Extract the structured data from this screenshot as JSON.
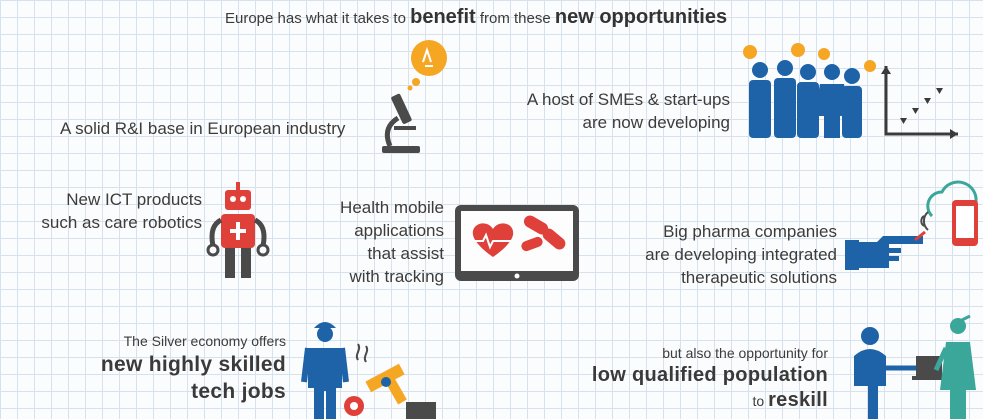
{
  "headline": {
    "part1": "Europe has what it takes to ",
    "bold1": "benefit",
    "part2": " from these ",
    "bold2": "new opportunities"
  },
  "items": {
    "rni_base": "A solid R&I base in European industry",
    "smes_line1": "A host of SMEs & start-ups",
    "smes_line2": "are now developing",
    "ict_line1": "New ICT products",
    "ict_line2": "such as care robotics",
    "health_line1": "Health mobile",
    "health_line2": "applications",
    "health_line3": "that assist",
    "health_line4": "with tracking",
    "pharma_line1": "Big pharma companies",
    "pharma_line2": "are developing integrated",
    "pharma_line3": "therapeutic solutions",
    "silver_line1": "The Silver economy offers",
    "silver_line2": "new highly skilled",
    "silver_line3": "tech jobs",
    "lowq_line1": "but also the opportunity for",
    "lowq_line2": "low qualified population",
    "lowq_line3_pre": "to ",
    "lowq_line3_bold": "reskill"
  },
  "colors": {
    "orange": "#f5a623",
    "blue": "#1e63a8",
    "red": "#e0403a",
    "gray": "#4a4a4a",
    "teal": "#3aa79a"
  },
  "icons": [
    "lightbulb-icon",
    "microscope-icon",
    "business-people-icon",
    "growth-chart-icon",
    "robot-icon",
    "tablet-health-icon",
    "pointing-hand-icon",
    "smartphone-icon",
    "worker-icon",
    "robotic-arm-icon",
    "nurse-patient-icon"
  ]
}
